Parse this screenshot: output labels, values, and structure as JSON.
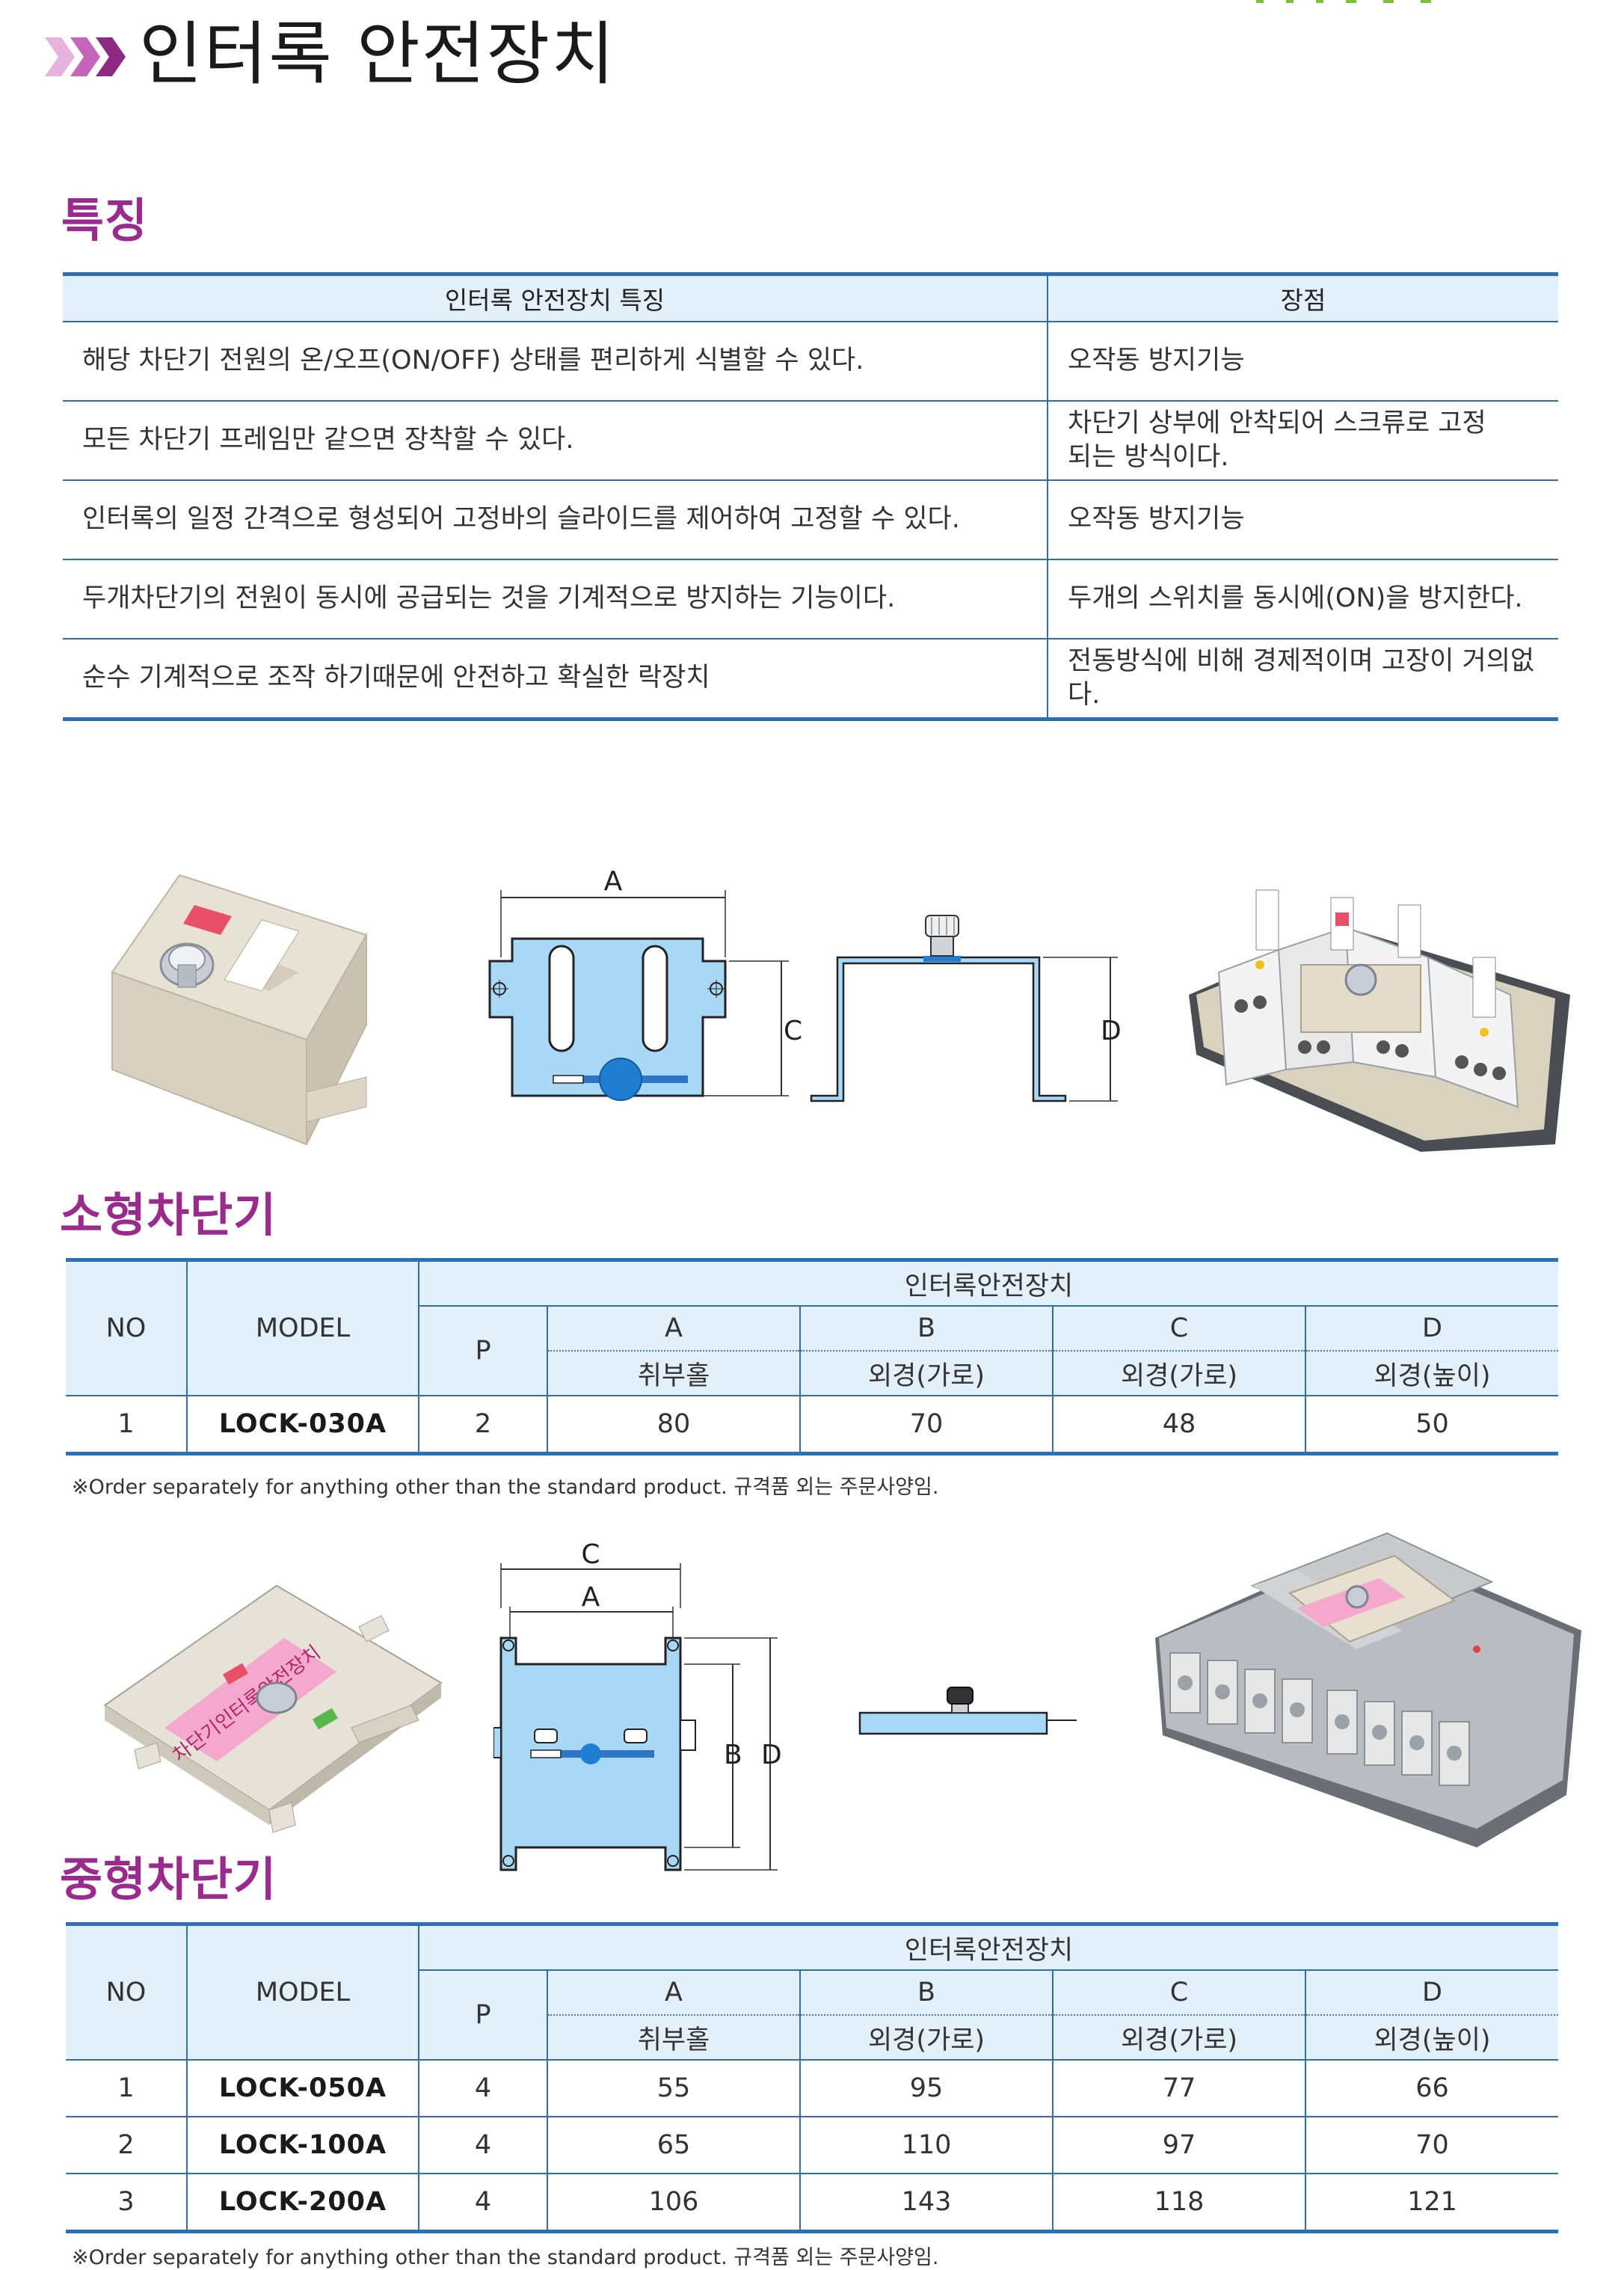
{
  "header": {
    "title": "인터록 안전장치"
  },
  "features": {
    "heading": "특징",
    "columns": [
      "인터록 안전장치 특징",
      "장점"
    ],
    "rows": [
      [
        "해당 차단기 전원의 온/오프(ON/OFF) 상태를 편리하게 식별할 수 있다.",
        "오작동 방지기능"
      ],
      [
        "모든 차단기 프레임만 같으면 장착할 수 있다.",
        "차단기 상부에 안착되어 스크류로 고정되는 방식이다."
      ],
      [
        "인터록의 일정 간격으로 형성되어 고정바의 슬라이드를 제어하여 고정할 수 있다.",
        "오작동 방지기능"
      ],
      [
        "두개차단기의 전원이 동시에 공급되는 것을 기계적으로 방지하는 기능이다.",
        "두개의 스위치를 동시에(ON)을 방지한다."
      ],
      [
        "순수 기계적으로 조작 하기때문에 안전하고 확실한 락장치",
        "전동방식에 비해 경제적이며 고장이 거의없다."
      ]
    ]
  },
  "diagram_small": {
    "label_a": "A",
    "label_c": "C",
    "label_d": "D"
  },
  "small_breaker": {
    "heading": "소형차단기",
    "no_label": "NO",
    "model_label": "MODEL",
    "group_label": "인터록안전장치",
    "p_label": "P",
    "cols": [
      {
        "letter": "A",
        "desc": "취부홀"
      },
      {
        "letter": "B",
        "desc": "외경(가로)"
      },
      {
        "letter": "C",
        "desc": "외경(가로)"
      },
      {
        "letter": "D",
        "desc": "외경(높이)"
      }
    ],
    "rows": [
      {
        "no": "1",
        "model": "LOCK-030A",
        "p": "2",
        "a": "80",
        "b": "70",
        "c": "48",
        "d": "50"
      }
    ],
    "note": "※Order separately for anything other than the standard product. 규격품 외는 주문사양임."
  },
  "diagram_medium": {
    "label_a": "A",
    "label_b": "B",
    "label_c": "C",
    "label_d": "D",
    "sticker_text": "차단기인터록안전장치"
  },
  "medium_breaker": {
    "heading": "중형차단기",
    "no_label": "NO",
    "model_label": "MODEL",
    "group_label": "인터록안전장치",
    "p_label": "P",
    "cols": [
      {
        "letter": "A",
        "desc": "취부홀"
      },
      {
        "letter": "B",
        "desc": "외경(가로)"
      },
      {
        "letter": "C",
        "desc": "외경(가로)"
      },
      {
        "letter": "D",
        "desc": "외경(높이)"
      }
    ],
    "rows": [
      {
        "no": "1",
        "model": "LOCK-050A",
        "p": "4",
        "a": "55",
        "b": "95",
        "c": "77",
        "d": "66"
      },
      {
        "no": "2",
        "model": "LOCK-100A",
        "p": "4",
        "a": "65",
        "b": "110",
        "c": "97",
        "d": "70"
      },
      {
        "no": "3",
        "model": "LOCK-200A",
        "p": "4",
        "a": "106",
        "b": "143",
        "c": "118",
        "d": "121"
      }
    ],
    "note": "※Order separately for anything other than the standard product. 규격품 외는 주문사양임."
  },
  "colors": {
    "accent_purple": "#9b2a8e",
    "table_blue": "#2d6fb7",
    "header_fill": "#e3eff9",
    "diagram_fill": "#a8d8f5",
    "chevron_light": "#e6b3df",
    "chevron_mid": "#c566b8",
    "chevron_dark": "#8e2a84"
  }
}
